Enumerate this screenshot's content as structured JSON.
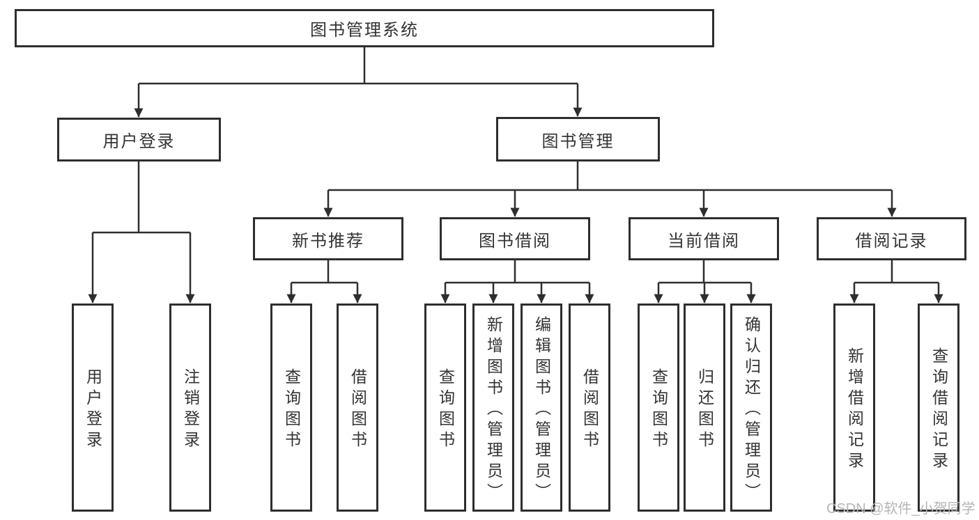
{
  "diagram": {
    "title": "图书管理系统",
    "root": {
      "label": "图书管理系统"
    },
    "branches": [
      {
        "label": "用户登录",
        "children": [
          {
            "label": "用户登录"
          },
          {
            "label": "注销登录"
          }
        ]
      },
      {
        "label": "图书管理",
        "children": [
          {
            "label": "新书推荐",
            "children": [
              {
                "label": "查询图书"
              },
              {
                "label": "借阅图书"
              }
            ]
          },
          {
            "label": "图书借阅",
            "children": [
              {
                "label": "查询图书"
              },
              {
                "label": "新增图书（管理员）"
              },
              {
                "label": "编辑图书（管理员）"
              },
              {
                "label": "借阅图书"
              }
            ]
          },
          {
            "label": "当前借阅",
            "children": [
              {
                "label": "查询图书"
              },
              {
                "label": "归还图书"
              },
              {
                "label": "确认归还（管理员）"
              }
            ]
          },
          {
            "label": "借阅记录",
            "children": [
              {
                "label": "新增借阅记录"
              },
              {
                "label": "查询借阅记录"
              }
            ]
          }
        ]
      }
    ]
  },
  "watermark": {
    "text": "CSDN @软件_小贺同学"
  },
  "colors": {
    "line": "#2e2e2e",
    "box_border": "#2e2e2e",
    "box_fill": "#ffffff",
    "text": "#333333",
    "watermark": "#b5b5b5",
    "background": "#ffffff"
  }
}
